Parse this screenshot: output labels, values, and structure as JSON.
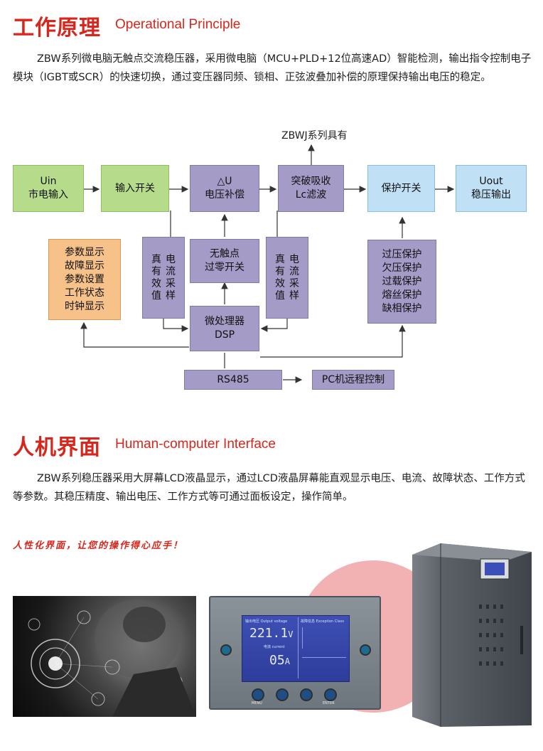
{
  "section1": {
    "title_cn": "工作原理",
    "title_en": "Operational Principle",
    "paragraph": "ZBW系列微电脑无触点交流稳压器，采用微电脑（MCU+PLD+12位高速AD）智能检测，输出指令控制电子模块（IGBT或SCR）的快速切换，通过变压器同频、锁相、正弦波叠加补偿的原理保持输出电压的稳定。"
  },
  "diagram": {
    "zbwj": "ZBWJ系列具有",
    "uin_line1": "Uin",
    "uin_line2": "市电输入",
    "input_switch": "输入开关",
    "du_line1": "△U",
    "du_line2": "电压补偿",
    "filter_line1": "突破吸收",
    "filter_line2": "Lc滤波",
    "protect_switch": "保护开关",
    "uout_line1": "Uout",
    "uout_line2": "稳压输出",
    "display_items": [
      "参数显示",
      "故障显示",
      "参数设置",
      "工作状态",
      "时钟显示"
    ],
    "sensor_left_col1": "真有效值",
    "sensor_left_col2": "电流采样",
    "zero_line1": "无触点",
    "zero_line2": "过零开关",
    "sensor_right_col1": "真有效值",
    "sensor_right_col2": "电流采样",
    "protect_items": [
      "过压保护",
      "欠压保护",
      "过载保护",
      "熔丝保护",
      "缺相保护"
    ],
    "cpu_line1": "微处理器",
    "cpu_line2": "DSP",
    "rs485": "RS485",
    "pc": "PC机远程控制"
  },
  "section2": {
    "title_cn": "人机界面",
    "title_en": "Human-computer Interface",
    "paragraph": "ZBW系列稳压器采用大屏幕LCD液晶显示，通过LCD液晶屏幕能直观显示电压、电流、故障状态、工作方式等参数。其稳压精度、输出电压、工作方式等可通过面板设定，操作简单。",
    "tagline": "人性化界面，让您的操作得心应手！"
  },
  "lcd": {
    "voltage_label": "输出电压 Output voltage",
    "voltage_value": "221.1",
    "voltage_unit": "V",
    "current_label": "电流 current",
    "current_value": "05",
    "current_unit": "A",
    "exception_label": "故障信息 Exception Class",
    "menu": "MENU",
    "enter": "ENTER"
  },
  "colors": {
    "accent": "#d9261c",
    "green_box": "#b6dc8b",
    "purple_box": "#a49cc7",
    "blue_box": "#bfe0f5",
    "orange_box": "#f6c28a"
  }
}
